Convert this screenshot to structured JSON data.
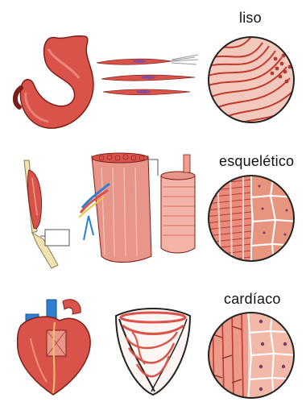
{
  "muscle_types": [
    {
      "label": "liso",
      "organ_icon": "stomach-icon",
      "cells_icon": "smooth-muscle-cells-icon",
      "tissue_icon": "smooth-muscle-tissue-icon"
    },
    {
      "label": "esquelético",
      "organ_icon": "arm-muscle-icon",
      "cells_icon": "skeletal-muscle-fiber-bundle-icon",
      "tissue_icon": "skeletal-muscle-tissue-icon"
    },
    {
      "label": "cardíaco",
      "organ_icon": "heart-icon",
      "cells_icon": "cardiac-muscle-fibers-icon",
      "tissue_icon": "cardiac-muscle-tissue-icon"
    }
  ],
  "colors": {
    "muscle": "#d9534a",
    "muscle_light": "#f1a08f",
    "tissue_bg": "#f4c9bd",
    "bone": "#f3e3b0",
    "artery": "#2e7fd1",
    "outline": "#222222"
  }
}
